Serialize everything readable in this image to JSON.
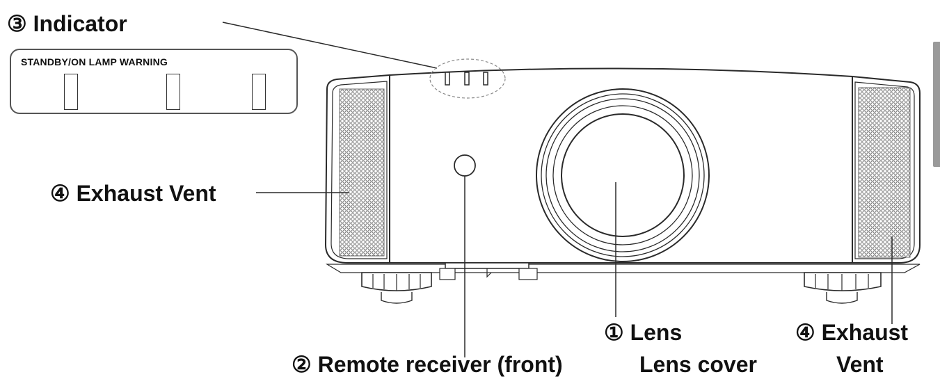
{
  "callouts": {
    "indicator": "③ Indicator",
    "indicator_box_caption": "STANDBY/ON LAMP WARNING",
    "exhaust_left": "④ Exhaust Vent",
    "lens": "① Lens",
    "lens_cover": "Lens cover",
    "remote": "② Remote receiver (front)",
    "exhaust_right_1": "④  Exhaust",
    "exhaust_right_2": "Vent"
  },
  "colors": {
    "line": "#2a2a2a",
    "grille": "#6e6e6e",
    "background": "#ffffff"
  }
}
